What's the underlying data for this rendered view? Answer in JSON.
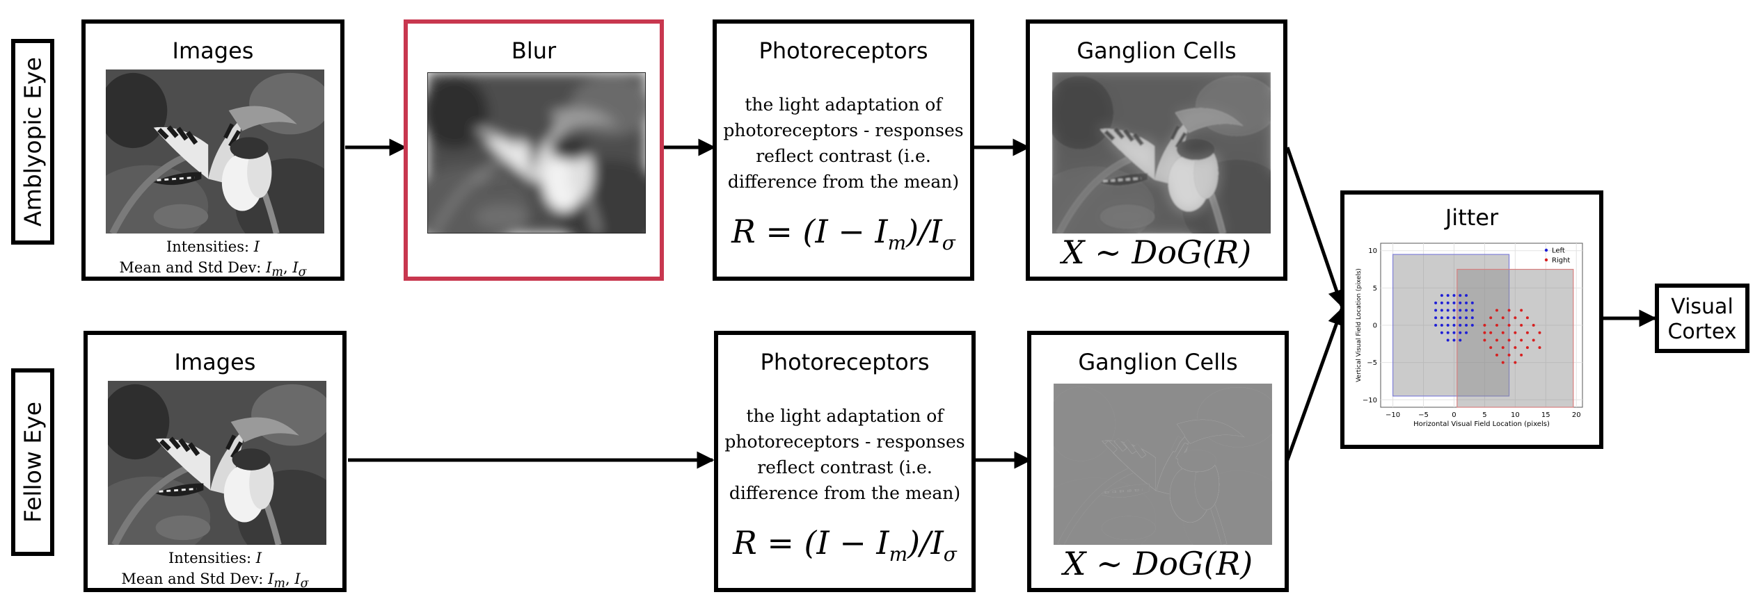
{
  "rows": {
    "amblyopic": {
      "label": "Amblyopic Eye"
    },
    "fellow": {
      "label": "Fellow Eye"
    }
  },
  "images_box": {
    "title": "Images",
    "caption_line1": "Intensities: ",
    "caption_var1": "I",
    "caption_line2": "Mean and Std Dev: ",
    "caption_var2": "I",
    "caption_sub2": "m",
    "caption_sep": ", ",
    "caption_var3": "I",
    "caption_sub3": "σ"
  },
  "blur_box": {
    "title": "Blur"
  },
  "photoreceptors_box": {
    "title": "Photoreceptors",
    "description_lines": [
      "the light adaptation of",
      "photoreceptors - responses",
      "reflect contrast (i.e.",
      "difference from the mean)"
    ],
    "equation_lhs": "R = (I − I",
    "equation_sub1": "m",
    "equation_mid": ")/I",
    "equation_sub2": "σ"
  },
  "ganglion_box": {
    "title": "Ganglion Cells",
    "equation": "X ∼ DoG(R)"
  },
  "jitter_box": {
    "title": "Jitter",
    "legend_left": "Left",
    "legend_right": "Right",
    "xlabel": "Horizontal Visual Field Location (pixels)",
    "ylabel": "Vertical Visual Field Location (pixels)",
    "xticks": [
      "−10",
      "−5",
      "0",
      "5",
      "10",
      "15",
      "20"
    ],
    "yticks": [
      "10",
      "5",
      "0",
      "−5",
      "−10"
    ]
  },
  "cortex_box": {
    "line1": "Visual",
    "line2": "Cortex"
  },
  "colors": {
    "blur_border": "#c8374f",
    "left_points": "#1f1fd6",
    "right_points": "#d62020",
    "left_region": "#7f7fd8",
    "right_region": "#d87f7f"
  },
  "chart_data": {
    "type": "scatter",
    "xlabel": "Horizontal Visual Field Location (pixels)",
    "ylabel": "Vertical Visual Field Location (pixels)",
    "xlim": [
      -12,
      21
    ],
    "ylim": [
      -11,
      11
    ],
    "legend": "top-right",
    "regions": [
      {
        "name": "Left",
        "x": [
          -10,
          9
        ],
        "y": [
          -9.5,
          9.5
        ]
      },
      {
        "name": "Right",
        "x": [
          0.5,
          19.5
        ],
        "y": [
          -11,
          7.5
        ]
      }
    ],
    "series": [
      {
        "name": "Left",
        "color": "#1f1fd6",
        "points": [
          [
            -2,
            4
          ],
          [
            -1,
            4
          ],
          [
            0,
            4
          ],
          [
            1,
            4
          ],
          [
            2,
            4
          ],
          [
            -3,
            3
          ],
          [
            -2,
            3
          ],
          [
            -1,
            3
          ],
          [
            0,
            3
          ],
          [
            1,
            3
          ],
          [
            2,
            3
          ],
          [
            3,
            3
          ],
          [
            -3,
            2
          ],
          [
            -2,
            2
          ],
          [
            -1,
            2
          ],
          [
            0,
            2
          ],
          [
            1,
            2
          ],
          [
            2,
            2
          ],
          [
            3,
            2
          ],
          [
            -3,
            1
          ],
          [
            -2,
            1
          ],
          [
            -1,
            1
          ],
          [
            0,
            1
          ],
          [
            1,
            1
          ],
          [
            2,
            1
          ],
          [
            3,
            1
          ],
          [
            -3,
            0
          ],
          [
            -2,
            0
          ],
          [
            -1,
            0
          ],
          [
            0,
            0
          ],
          [
            1,
            0
          ],
          [
            2,
            0
          ],
          [
            3,
            0
          ],
          [
            -2,
            -1
          ],
          [
            -1,
            -1
          ],
          [
            0,
            -1
          ],
          [
            1,
            -1
          ],
          [
            2,
            -1
          ],
          [
            -1,
            -2
          ],
          [
            0,
            -2
          ],
          [
            1,
            -2
          ]
        ]
      },
      {
        "name": "Right",
        "color": "#d62020",
        "points": [
          [
            7,
            2
          ],
          [
            9,
            2
          ],
          [
            11,
            2
          ],
          [
            6,
            1
          ],
          [
            8,
            1
          ],
          [
            10,
            1
          ],
          [
            12,
            1
          ],
          [
            5,
            0
          ],
          [
            7,
            0
          ],
          [
            9,
            0
          ],
          [
            11,
            0
          ],
          [
            13,
            0
          ],
          [
            5,
            -1
          ],
          [
            6,
            -1
          ],
          [
            8,
            -1
          ],
          [
            10,
            -1
          ],
          [
            12,
            -1
          ],
          [
            14,
            -1
          ],
          [
            5,
            -2
          ],
          [
            7,
            -2
          ],
          [
            9,
            -2
          ],
          [
            11,
            -2
          ],
          [
            13,
            -2
          ],
          [
            6,
            -3
          ],
          [
            8,
            -3
          ],
          [
            10,
            -3
          ],
          [
            12,
            -3
          ],
          [
            14,
            -3
          ],
          [
            7,
            -4
          ],
          [
            9,
            -4
          ],
          [
            11,
            -4
          ],
          [
            8,
            -5
          ],
          [
            10,
            -5
          ]
        ]
      }
    ]
  }
}
